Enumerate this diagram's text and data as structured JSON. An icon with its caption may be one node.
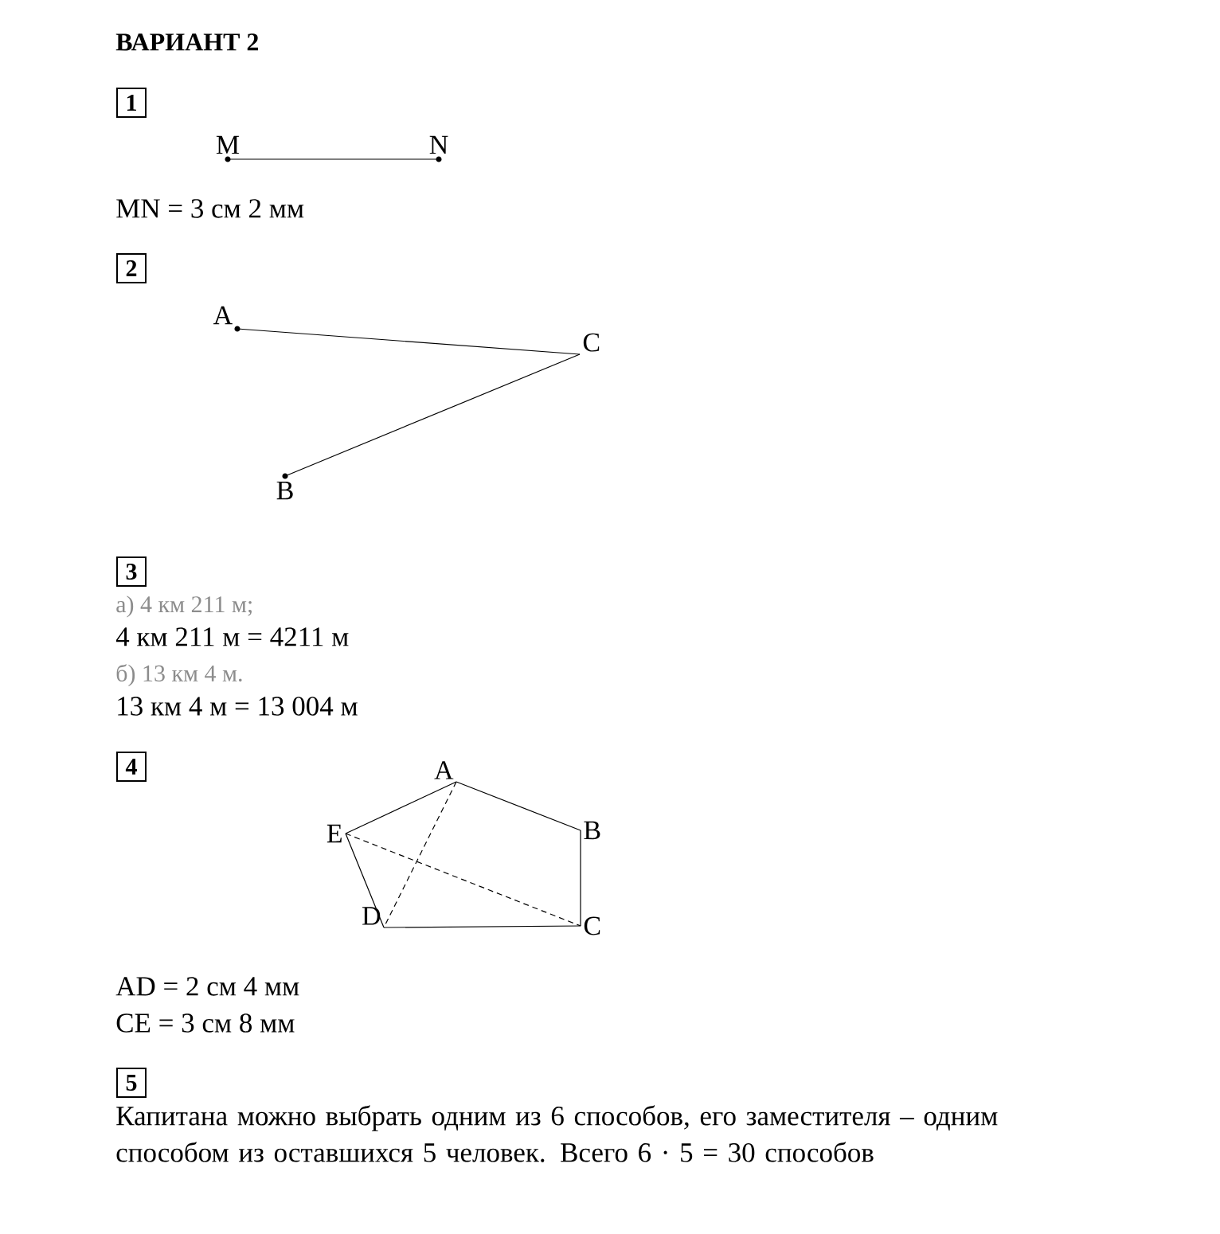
{
  "diagram": {
    "title": "ВАРИАНТ 2",
    "nodes": [
      {
        "text": [
          "M"
        ]
      },
      {
        "text": [
          "N"
        ]
      },
      {
        "text": [
          "A"
        ]
      },
      {
        "text": [
          "C"
        ]
      },
      {
        "text": [
          "B"
        ]
      },
      {
        "text": [
          "A"
        ]
      },
      {
        "text": [
          "B"
        ]
      },
      {
        "text": [
          "C"
        ]
      },
      {
        "text": [
          "D"
        ]
      },
      {
        "text": [
          "E"
        ]
      }
    ],
    "edges": [
      {
        "from": 0,
        "to": 1,
        "arrow": "none"
      },
      {
        "from": 2,
        "to": 3,
        "arrow": "none"
      },
      {
        "from": 3,
        "to": 4,
        "arrow": "none"
      },
      {
        "from": 9,
        "to": 5,
        "arrow": "none"
      },
      {
        "from": 5,
        "to": 6,
        "arrow": "none"
      },
      {
        "from": 6,
        "to": 7,
        "arrow": "none"
      },
      {
        "from": 7,
        "to": 8,
        "arrow": "none"
      },
      {
        "from": 8,
        "to": 9,
        "arrow": "none"
      },
      {
        "from": 5,
        "to": 8,
        "arrow": "none",
        "style": "dashed"
      },
      {
        "from": 9,
        "to": 7,
        "arrow": "none",
        "style": "dashed"
      }
    ],
    "labels": [
      "1",
      "MN = 3 см 2 мм",
      "2",
      "3",
      "а) 4 км 211 м;",
      "4 км 211 м = 4211 м",
      "б) 13 км 4 м.",
      "13 км 4 м = 13 004 м",
      "4",
      "AD = 2 см 4 мм",
      "CE = 3 см 8 мм",
      "5",
      "Капитана можно выбрать одним из 6 способов, его заместителя – одним способом из оставшихся 5 человек. Всего 6 · 5 = 30 способов"
    ]
  }
}
